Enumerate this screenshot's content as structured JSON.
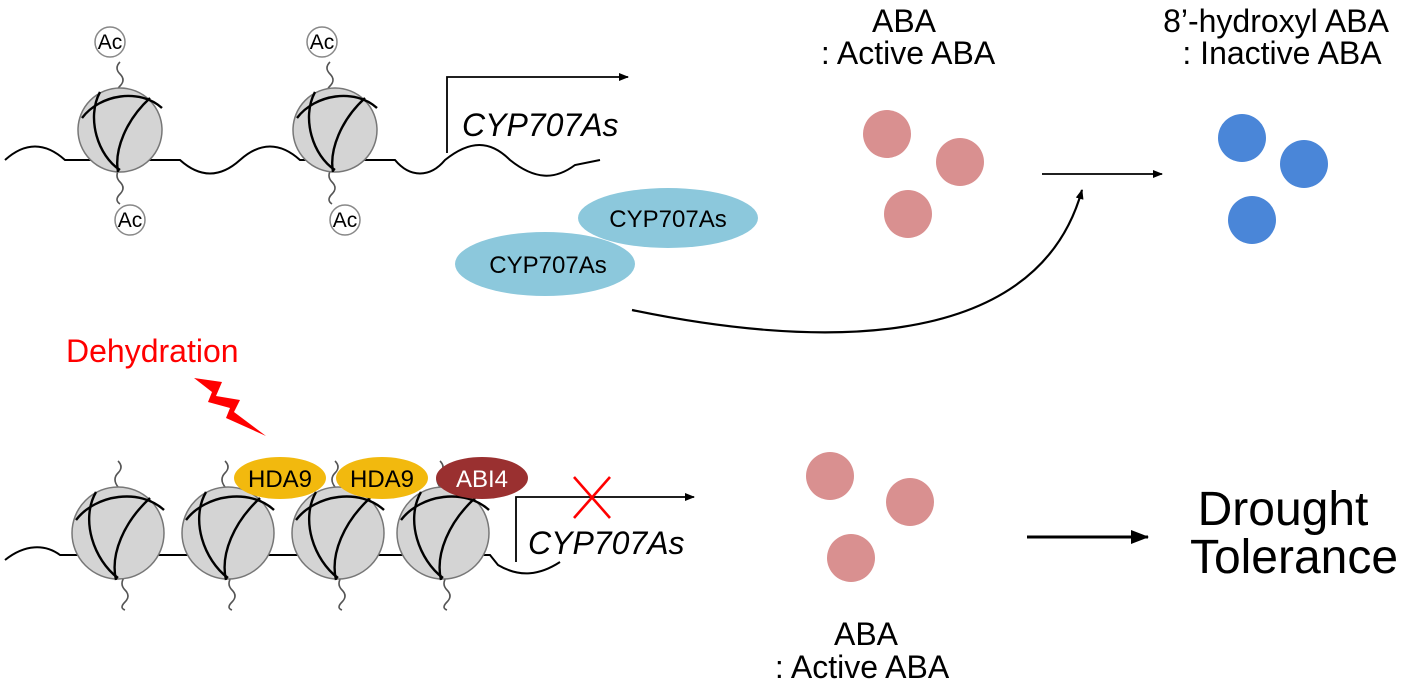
{
  "top": {
    "active_aba_title": "ABA",
    "active_aba_subtitle": ": Active ABA",
    "inactive_aba_title": "8’-hydroxyl ABA",
    "inactive_aba_subtitle": ": Inactive ABA",
    "gene_label": "CYP707As",
    "protein_label_1": "CYP707As",
    "protein_label_2": "CYP707As",
    "acetyl_label": "Ac"
  },
  "bottom": {
    "stress_label": "Dehydration",
    "factor_1": "HDA9",
    "factor_2": "HDA9",
    "factor_3": "ABI4",
    "gene_label": "CYP707As",
    "aba_title": "ABA",
    "aba_subtitle": ": Active ABA",
    "outcome_line1": "Drought",
    "outcome_line2": "Tolerance"
  },
  "colors": {
    "nucleosome_fill": "#d4d4d4",
    "active_aba": "#d99090",
    "inactive_aba": "#4a86d8",
    "cyp_protein": "#8cc8dc",
    "hda9": "#f2b90e",
    "abi4": "#9a3030",
    "dehydration": "#ff0000"
  }
}
